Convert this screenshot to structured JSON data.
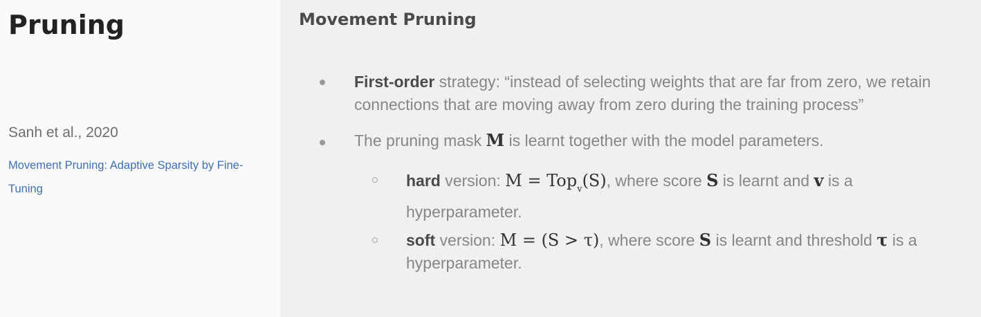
{
  "sidebar": {
    "title": "Pruning",
    "citation": "Sanh et al., 2020",
    "paper_link": "Movement Pruning: Adaptive Sparsity by Fine-Tuning"
  },
  "main": {
    "title": "Movement Pruning",
    "bullet1": {
      "bold": "First-order",
      "text": " strategy: “instead of selecting weights that are far from zero, we retain connections that are moving away from zero during the training process”"
    },
    "bullet2": {
      "pre": "The pruning mask ",
      "mask": "M",
      "post": " is learnt together with the model parameters."
    },
    "sub1": {
      "bold": "hard",
      "pre": " version: ",
      "formula_main": "M = Top",
      "formula_sub": "v",
      "formula_end": "(S)",
      "mid": ", where score ",
      "score": "S",
      "mid2": " is learnt and ",
      "param": "v",
      "post": " is a hyperparameter."
    },
    "sub2": {
      "bold": "soft",
      "pre": " version: ",
      "formula": "M = (S > τ)",
      "mid": ", where score ",
      "score": "S",
      "mid2": " is learnt and threshold ",
      "param": "τ",
      "post": " is a hyperparameter."
    }
  }
}
